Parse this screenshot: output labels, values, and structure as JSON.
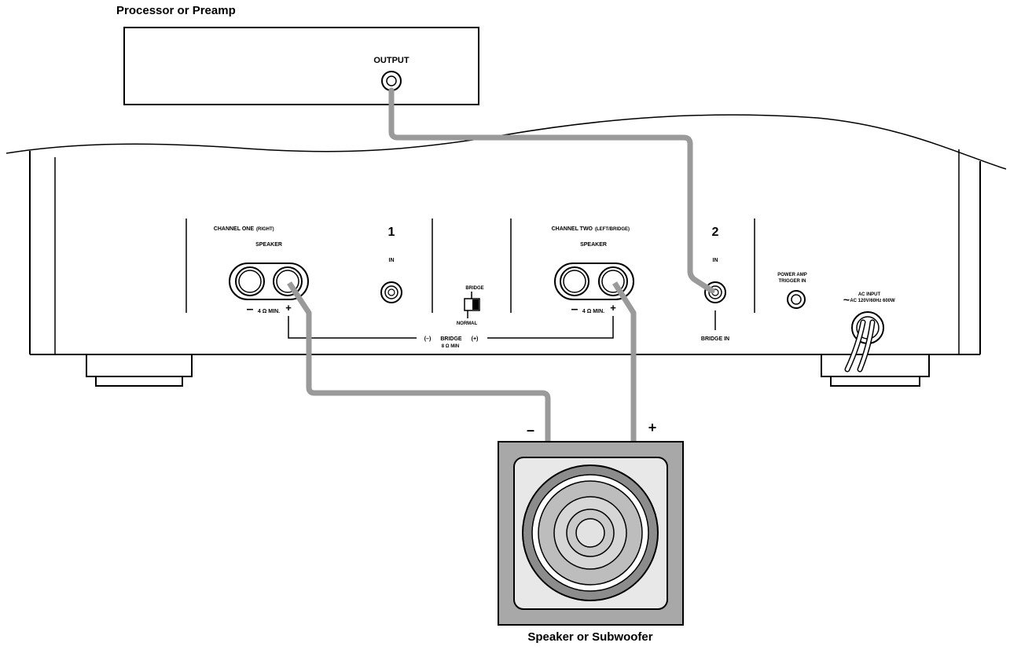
{
  "preamp": {
    "title": "Processor or Preamp",
    "output_label": "OUTPUT"
  },
  "amplifier": {
    "channel_one": {
      "title": "CHANNEL ONE",
      "title_suffix": "(RIGHT)",
      "speaker_label": "SPEAKER",
      "number": "1",
      "in_label": "IN",
      "minus": "–",
      "plus": "+",
      "impedance": "4 Ω MIN."
    },
    "channel_two": {
      "title": "CHANNEL TWO",
      "title_suffix": "(LEFT/BRIDGE)",
      "speaker_label": "SPEAKER",
      "number": "2",
      "in_label": "IN",
      "bridge_in_label": "BRIDGE IN",
      "minus": "–",
      "plus": "+",
      "impedance": "4 Ω MIN."
    },
    "mode_switch": {
      "top_label": "BRIDGE",
      "bottom_label": "NORMAL"
    },
    "bridge_note": {
      "line1_minus": "(–)",
      "line1_label": "BRIDGE",
      "line1_plus": "(+)",
      "line2": "8 Ω MIN"
    },
    "trigger": {
      "line1": "POWER AMP",
      "line2": "TRIGGER IN"
    },
    "ac_input": {
      "symbol": "~",
      "line1": "AC INPUT",
      "line2": "AC 120V/60Hz 600W"
    }
  },
  "speaker": {
    "minus": "–",
    "plus": "+",
    "caption": "Speaker or Subwoofer"
  },
  "colors": {
    "cable": "#9a9a9a",
    "line": "#000000",
    "woofer_outer": "#8c8c8c",
    "woofer_mid": "#c4c4c4",
    "woofer_light": "#e6e6e6",
    "cabinet": "#a8a8a8"
  }
}
